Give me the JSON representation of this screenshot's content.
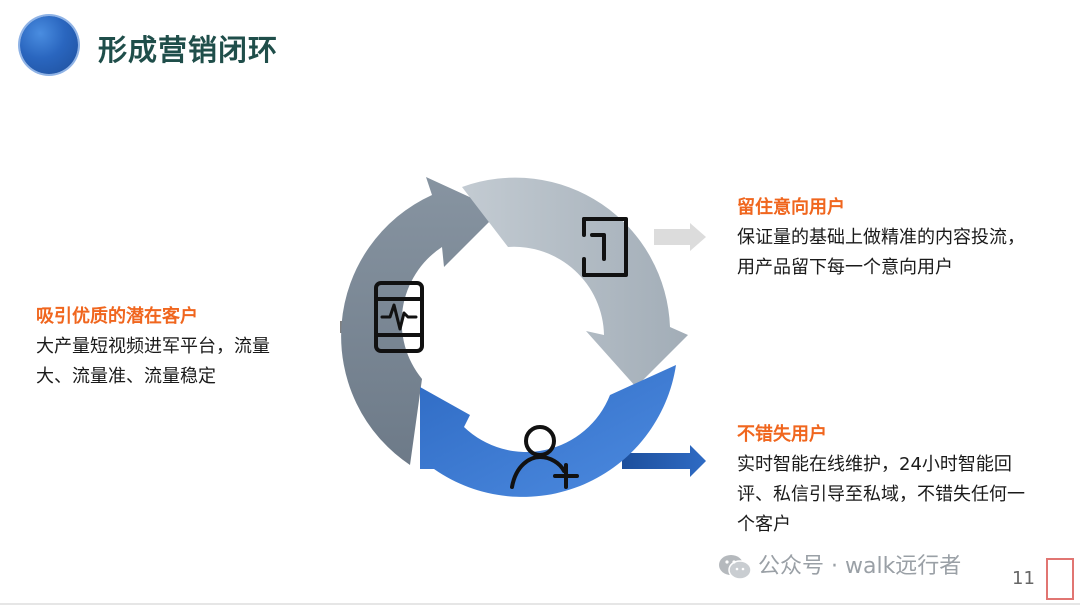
{
  "title": "形成营销闭环",
  "blocks": {
    "left": {
      "heading": "吸引优质的潜在客户",
      "body": "大产量短视频进军平台，流量大、流量准、流量稳定"
    },
    "top_right": {
      "heading": "留住意向用户",
      "body": "保证量的基础上做精准的内容投流，用产品留下每一个意向用户"
    },
    "bottom_right": {
      "heading": "不错失用户",
      "body": "实时智能在线维护，24小时智能回评、私信引导至私域，不错失任何一个客户"
    }
  },
  "footer": {
    "text": "公众号 · walk远行者",
    "page_number": "11"
  },
  "colors": {
    "title": "#1f4e4a",
    "heading": "#f0661e",
    "seg_gray_dark": "#7b8896",
    "seg_gray_light": "#aeb8c1",
    "seg_blue": "#3a77cc"
  },
  "icons": [
    "tablet-pulse-icon",
    "exit-door-icon",
    "add-user-icon",
    "wechat-icon"
  ]
}
